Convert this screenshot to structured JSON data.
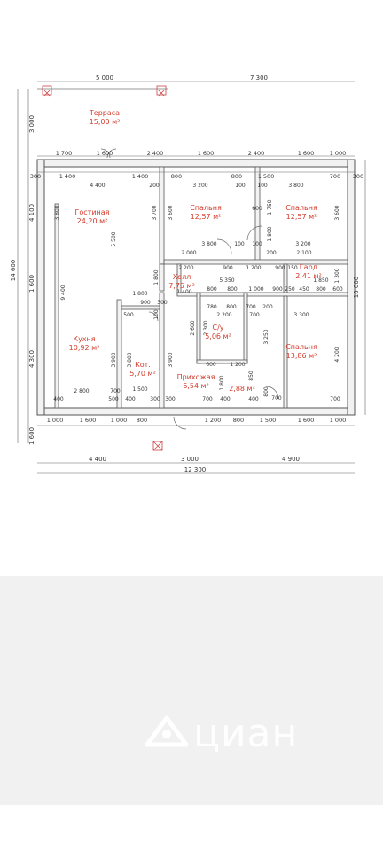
{
  "rooms": {
    "terrace": {
      "name": "Терраса",
      "area": "15,00 м²"
    },
    "living": {
      "name": "Гостиная",
      "area": "24,20 м²"
    },
    "bedroom1": {
      "name": "Спальня",
      "area": "12,57 м²"
    },
    "bedroom2": {
      "name": "Спальня",
      "area": "12,57 м²"
    },
    "hall": {
      "name": "Холл",
      "area": "7,75 м²"
    },
    "wardrobe": {
      "name": "Гард",
      "area": "2,41 м²"
    },
    "kitchen": {
      "name": "Кухня",
      "area": "10,92 м²"
    },
    "boiler": {
      "name": "Кот.",
      "area": "5,70 м²"
    },
    "bathroom": {
      "name": "С/у",
      "area": "5,06 м²"
    },
    "bedroom3": {
      "name": "Спальня",
      "area": "13,86 м²"
    },
    "entry": {
      "name": "Прихожая",
      "area": "6,54 м²"
    },
    "vestibule": {
      "name": "",
      "area": "2,88 м²"
    }
  },
  "dimensions": {
    "top_overall": [
      "5 000",
      "7 300"
    ],
    "top_row1": [
      "1 700",
      "1 600",
      "2 400",
      "1 600",
      "2 400",
      "1 600",
      "1 000"
    ],
    "top_row2": [
      "1 400",
      "1 400",
      "800",
      "800",
      "1 500",
      "700"
    ],
    "wall_300": "300",
    "left_3000": "3 000",
    "left_14600": "14 600",
    "left_4100": "4 100",
    "left_1600": "1 600",
    "left_4300": "4 300",
    "left_1600b": "1 600",
    "right_10000": "10 000",
    "bottom_row": [
      "1 000",
      "1 600",
      "1 000",
      "800",
      "1 200",
      "800",
      "1 500",
      "1 600",
      "1 000"
    ],
    "bottom_overall": [
      "4 400",
      "3 000",
      "4 900"
    ],
    "bottom_total": "12 300",
    "interior": [
      "4 400",
      "3 200",
      "3 800",
      "200",
      "100",
      "100",
      "600",
      "1 750",
      "3 800",
      "3 700",
      "3 600",
      "3 600",
      "5 500",
      "9 400",
      "3 800",
      "100",
      "3 200",
      "100",
      "2 000",
      "2 100",
      "200",
      "2 200",
      "900",
      "1 200",
      "900",
      "150",
      "1 300",
      "1 800",
      "1 850",
      "1 800",
      "5 350",
      "1 400",
      "800",
      "800",
      "1 000",
      "900",
      "250",
      "450",
      "800",
      "600",
      "900",
      "300",
      "100",
      "500",
      "780",
      "800",
      "700",
      "200",
      "100",
      "2 200",
      "700",
      "200",
      "3 300",
      "100",
      "2 600",
      "2 300",
      "3 250",
      "4 200",
      "3 800",
      "3 900",
      "3 900",
      "1 500",
      "600",
      "1 200",
      "1 800",
      "850",
      "800",
      "1 000",
      "700",
      "2 800",
      "500",
      "400",
      "300",
      "300",
      "700",
      "400",
      "400",
      "100",
      "300",
      "400",
      "700",
      "700",
      "100"
    ]
  },
  "watermark": {
    "text": "циан",
    "icon": "cian-logo-icon"
  },
  "colors": {
    "wall": "#555555",
    "wall_fill": "#f4f4f4",
    "dim_line": "#555555",
    "room_label": "#d23a2a",
    "text": "#333333",
    "lower_bg": "#f1f1f1"
  }
}
